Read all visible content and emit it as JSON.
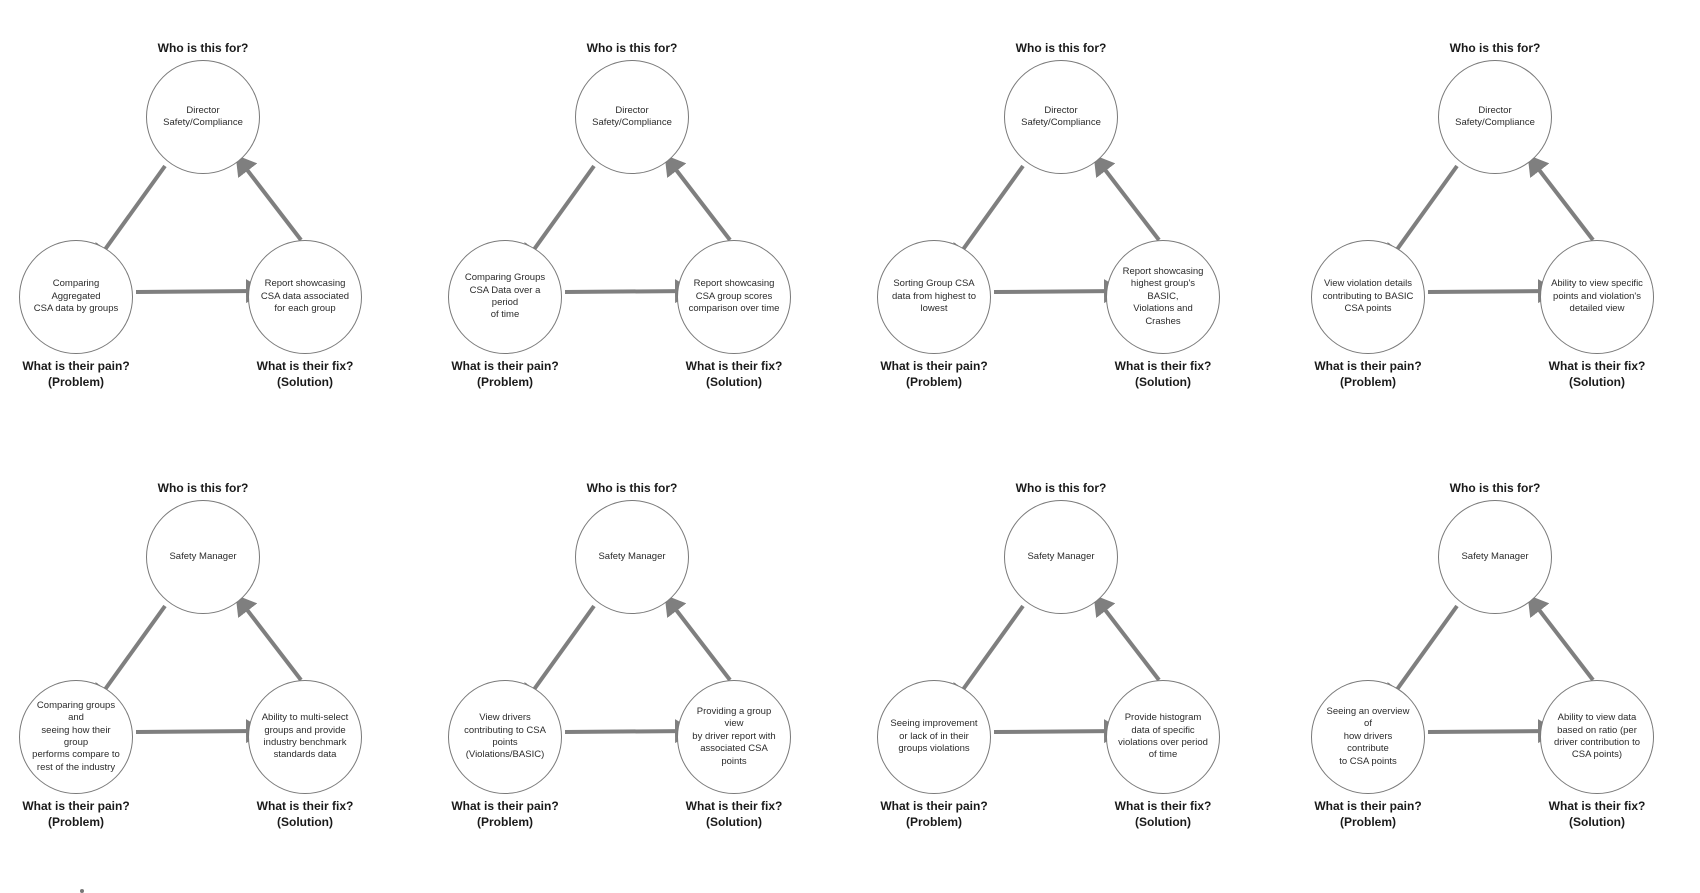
{
  "labels": {
    "who": "Who is this for?",
    "pain": "What is their pain?\n(Problem)",
    "fix": "What is their fix?\n(Solution)"
  },
  "diagrams": [
    {
      "persona": "Director\nSafety/Compliance",
      "problem": "Comparing Aggregated\nCSA data by groups",
      "solution": "Report showcasing\nCSA data associated\nfor each group"
    },
    {
      "persona": "Director\nSafety/Compliance",
      "problem": "Comparing Groups\nCSA Data over a period\nof time",
      "solution": "Report showcasing\nCSA group scores\ncomparison over time"
    },
    {
      "persona": "Director\nSafety/Compliance",
      "problem": "Sorting Group CSA\ndata from highest to\nlowest",
      "solution": "Report showcasing\nhighest group's BASIC,\nViolations and Crashes"
    },
    {
      "persona": "Director\nSafety/Compliance",
      "problem": "View violation details\ncontributing to BASIC\nCSA points",
      "solution": "Ability to view specific\npoints and violation's\ndetailed view"
    },
    {
      "persona": "Safety Manager",
      "problem": "Comparing groups and\nseeing how their group\nperforms compare to\nrest of the industry",
      "solution": "Ability to multi-select\ngroups and provide\nindustry benchmark\nstandards data"
    },
    {
      "persona": "Safety Manager",
      "problem": "View drivers\ncontributing to CSA\npoints\n(Violations/BASIC)",
      "solution": "Providing a group view\nby driver report with\nassociated CSA points"
    },
    {
      "persona": "Safety Manager",
      "problem": "Seeing improvement\nor lack of in their\ngroups violations",
      "solution": "Provide histogram\ndata of specific\nviolations over period\nof time"
    },
    {
      "persona": "Safety Manager",
      "problem": "Seeing an overview of\nhow drivers contribute\nto CSA points",
      "solution": "Ability to view data\nbased on ratio (per\ndriver contribution to\nCSA points)"
    }
  ]
}
